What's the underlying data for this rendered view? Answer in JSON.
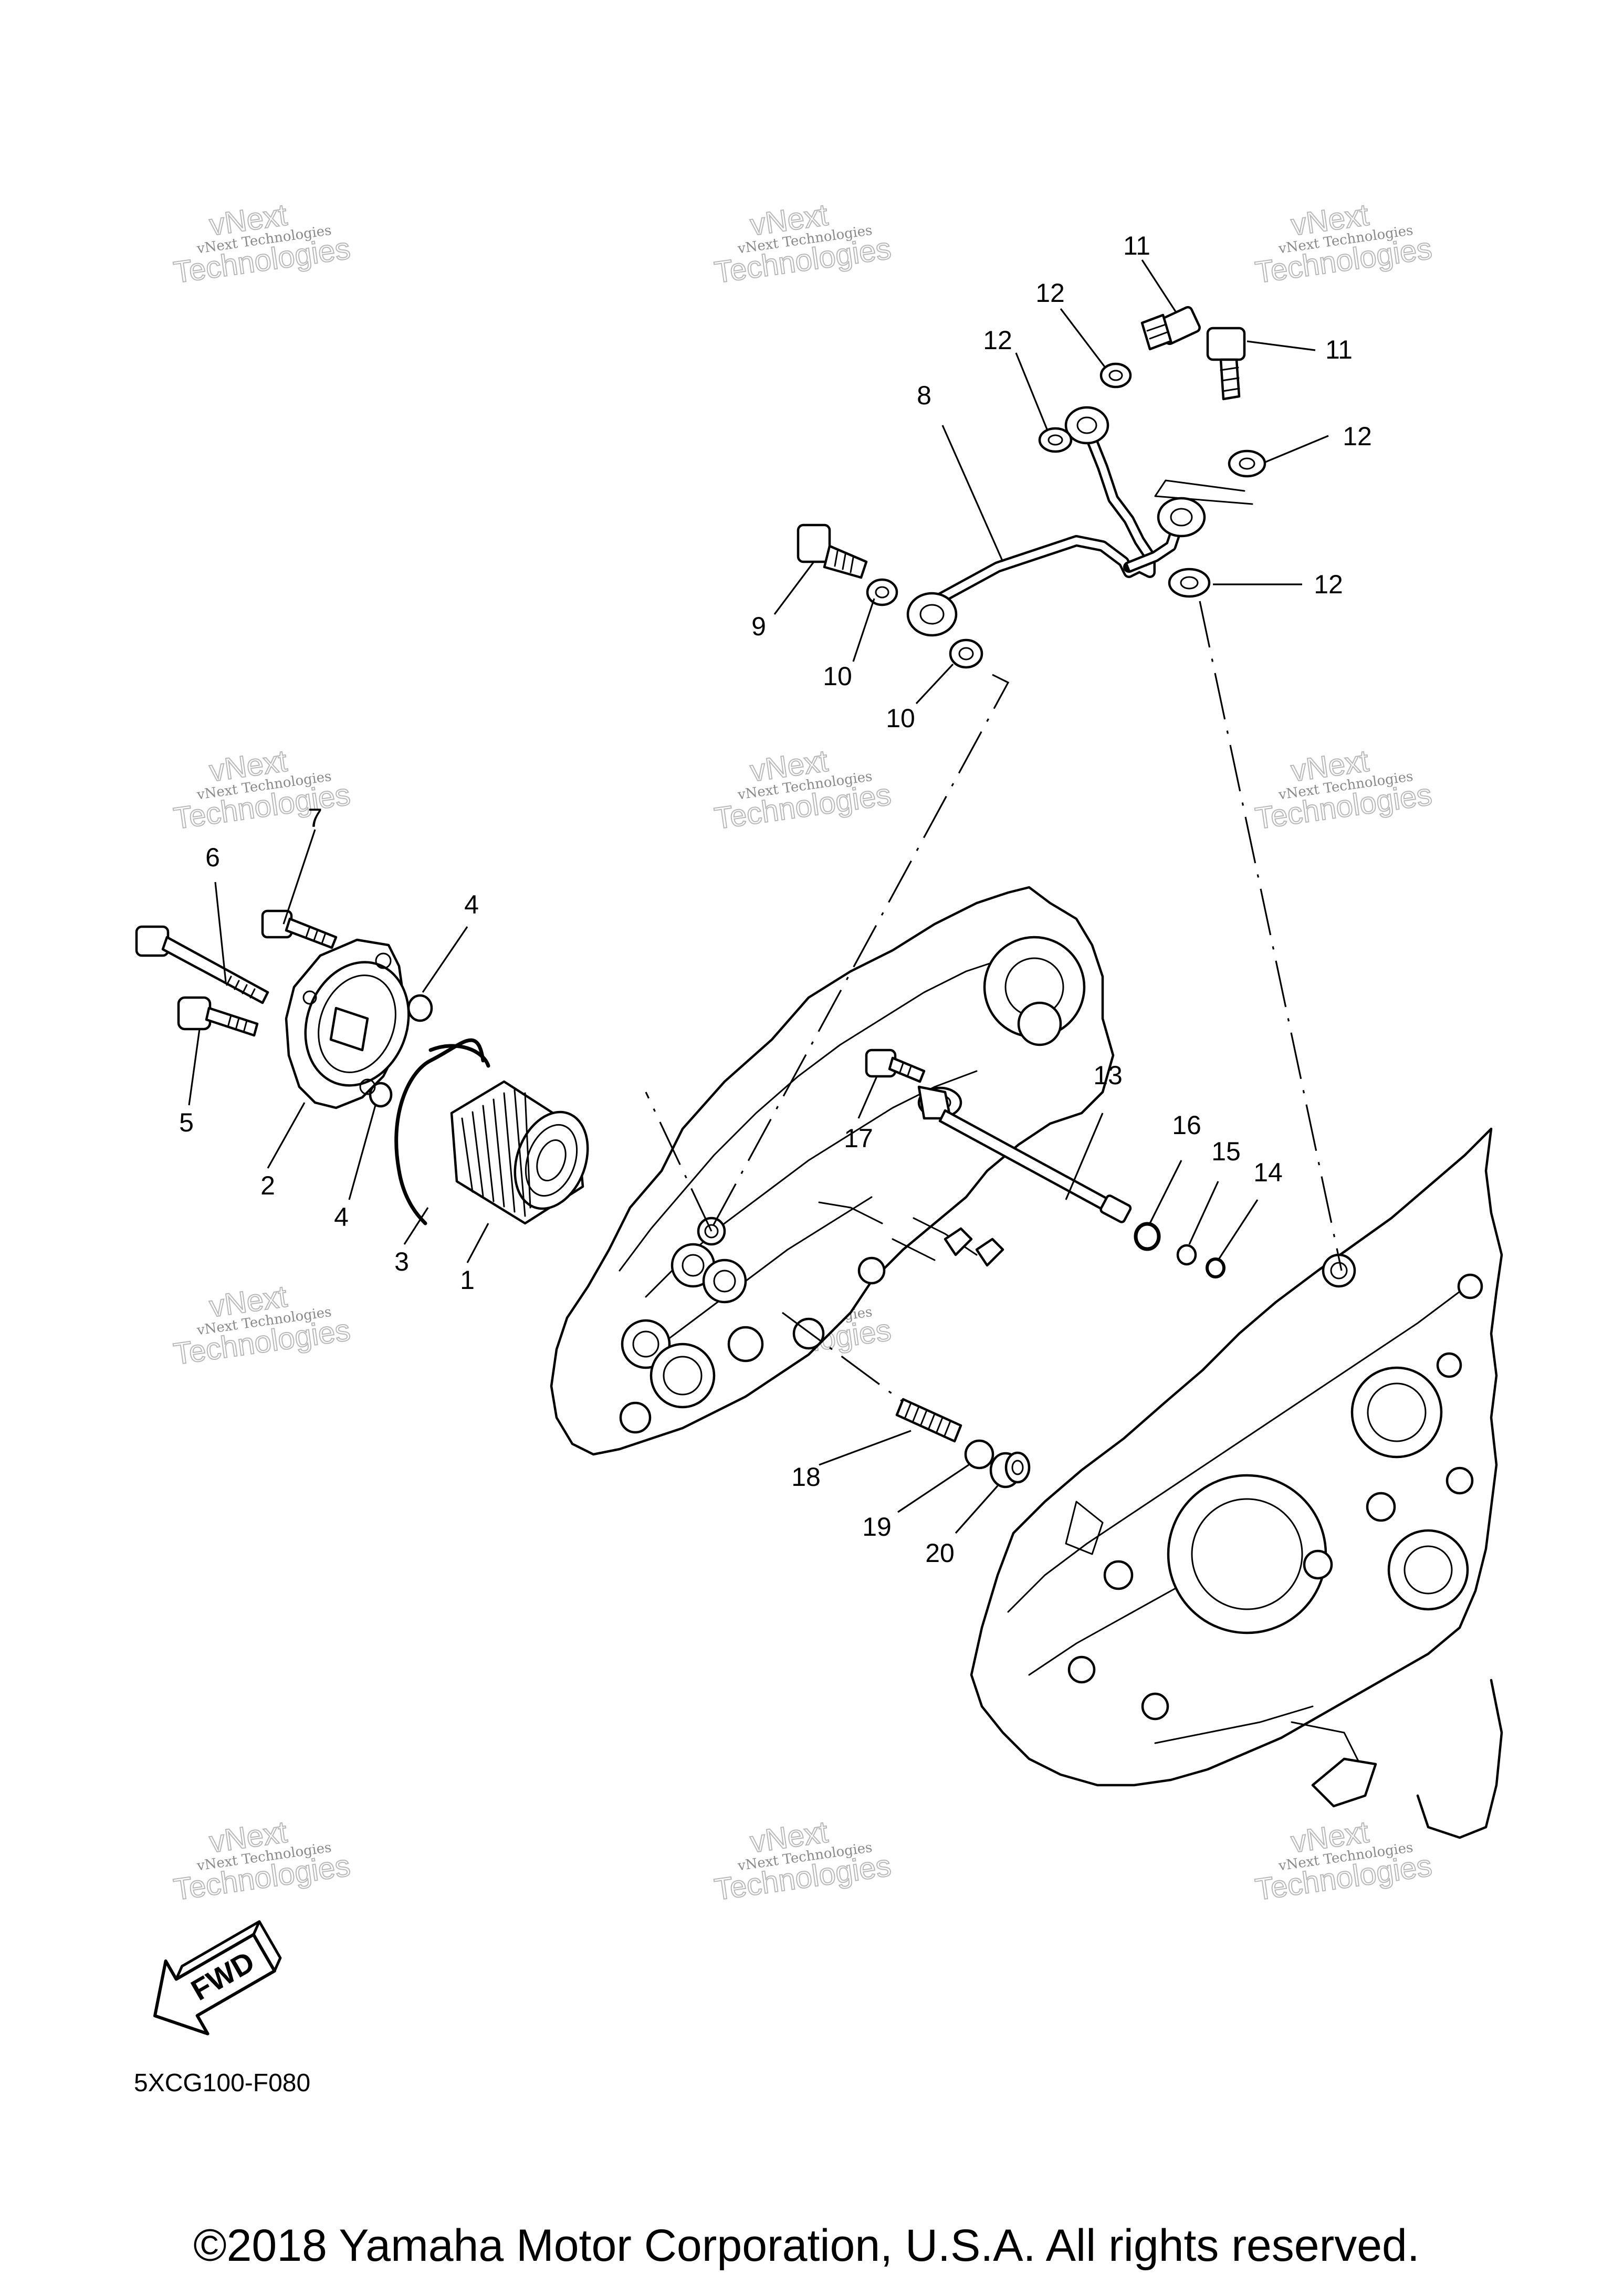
{
  "watermark": {
    "line1": "vNext",
    "line2": "vNext Technologies",
    "line3": "Technologies"
  },
  "callouts": [
    "1",
    "2",
    "3",
    "4",
    "4",
    "5",
    "6",
    "7",
    "8",
    "9",
    "10",
    "10",
    "11",
    "11",
    "12",
    "12",
    "12",
    "12",
    "13",
    "14",
    "15",
    "16",
    "17",
    "18",
    "19",
    "20"
  ],
  "fwd_label": "FWD",
  "diagram_code": "5XCG100-F080",
  "copyright": "©2018 Yamaha Motor Corporation, U.S.A. All rights reserved."
}
